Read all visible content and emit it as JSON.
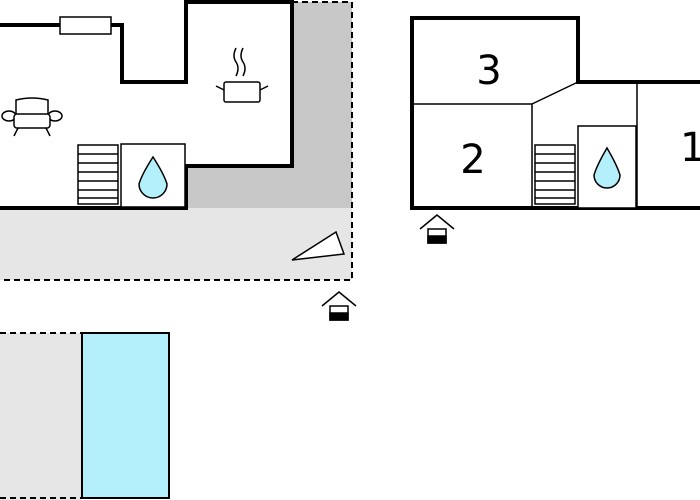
{
  "colors": {
    "wall": "#000000",
    "terrace": "#c8c8c8",
    "yard": "#e6e6e6",
    "pool": "#b3f0fb",
    "water": "#b3f0fb",
    "background": "#ffffff"
  },
  "rooms": [
    {
      "id": "room-3",
      "label": "3"
    },
    {
      "id": "room-2",
      "label": "2"
    },
    {
      "id": "room-1",
      "label": "1"
    }
  ],
  "icons": [
    "sofa-icon",
    "cooking-pot-icon",
    "stairs-icon",
    "water-drop-icon",
    "entrance-icon",
    "radiator-icon",
    "terrace-area",
    "pool-area"
  ]
}
